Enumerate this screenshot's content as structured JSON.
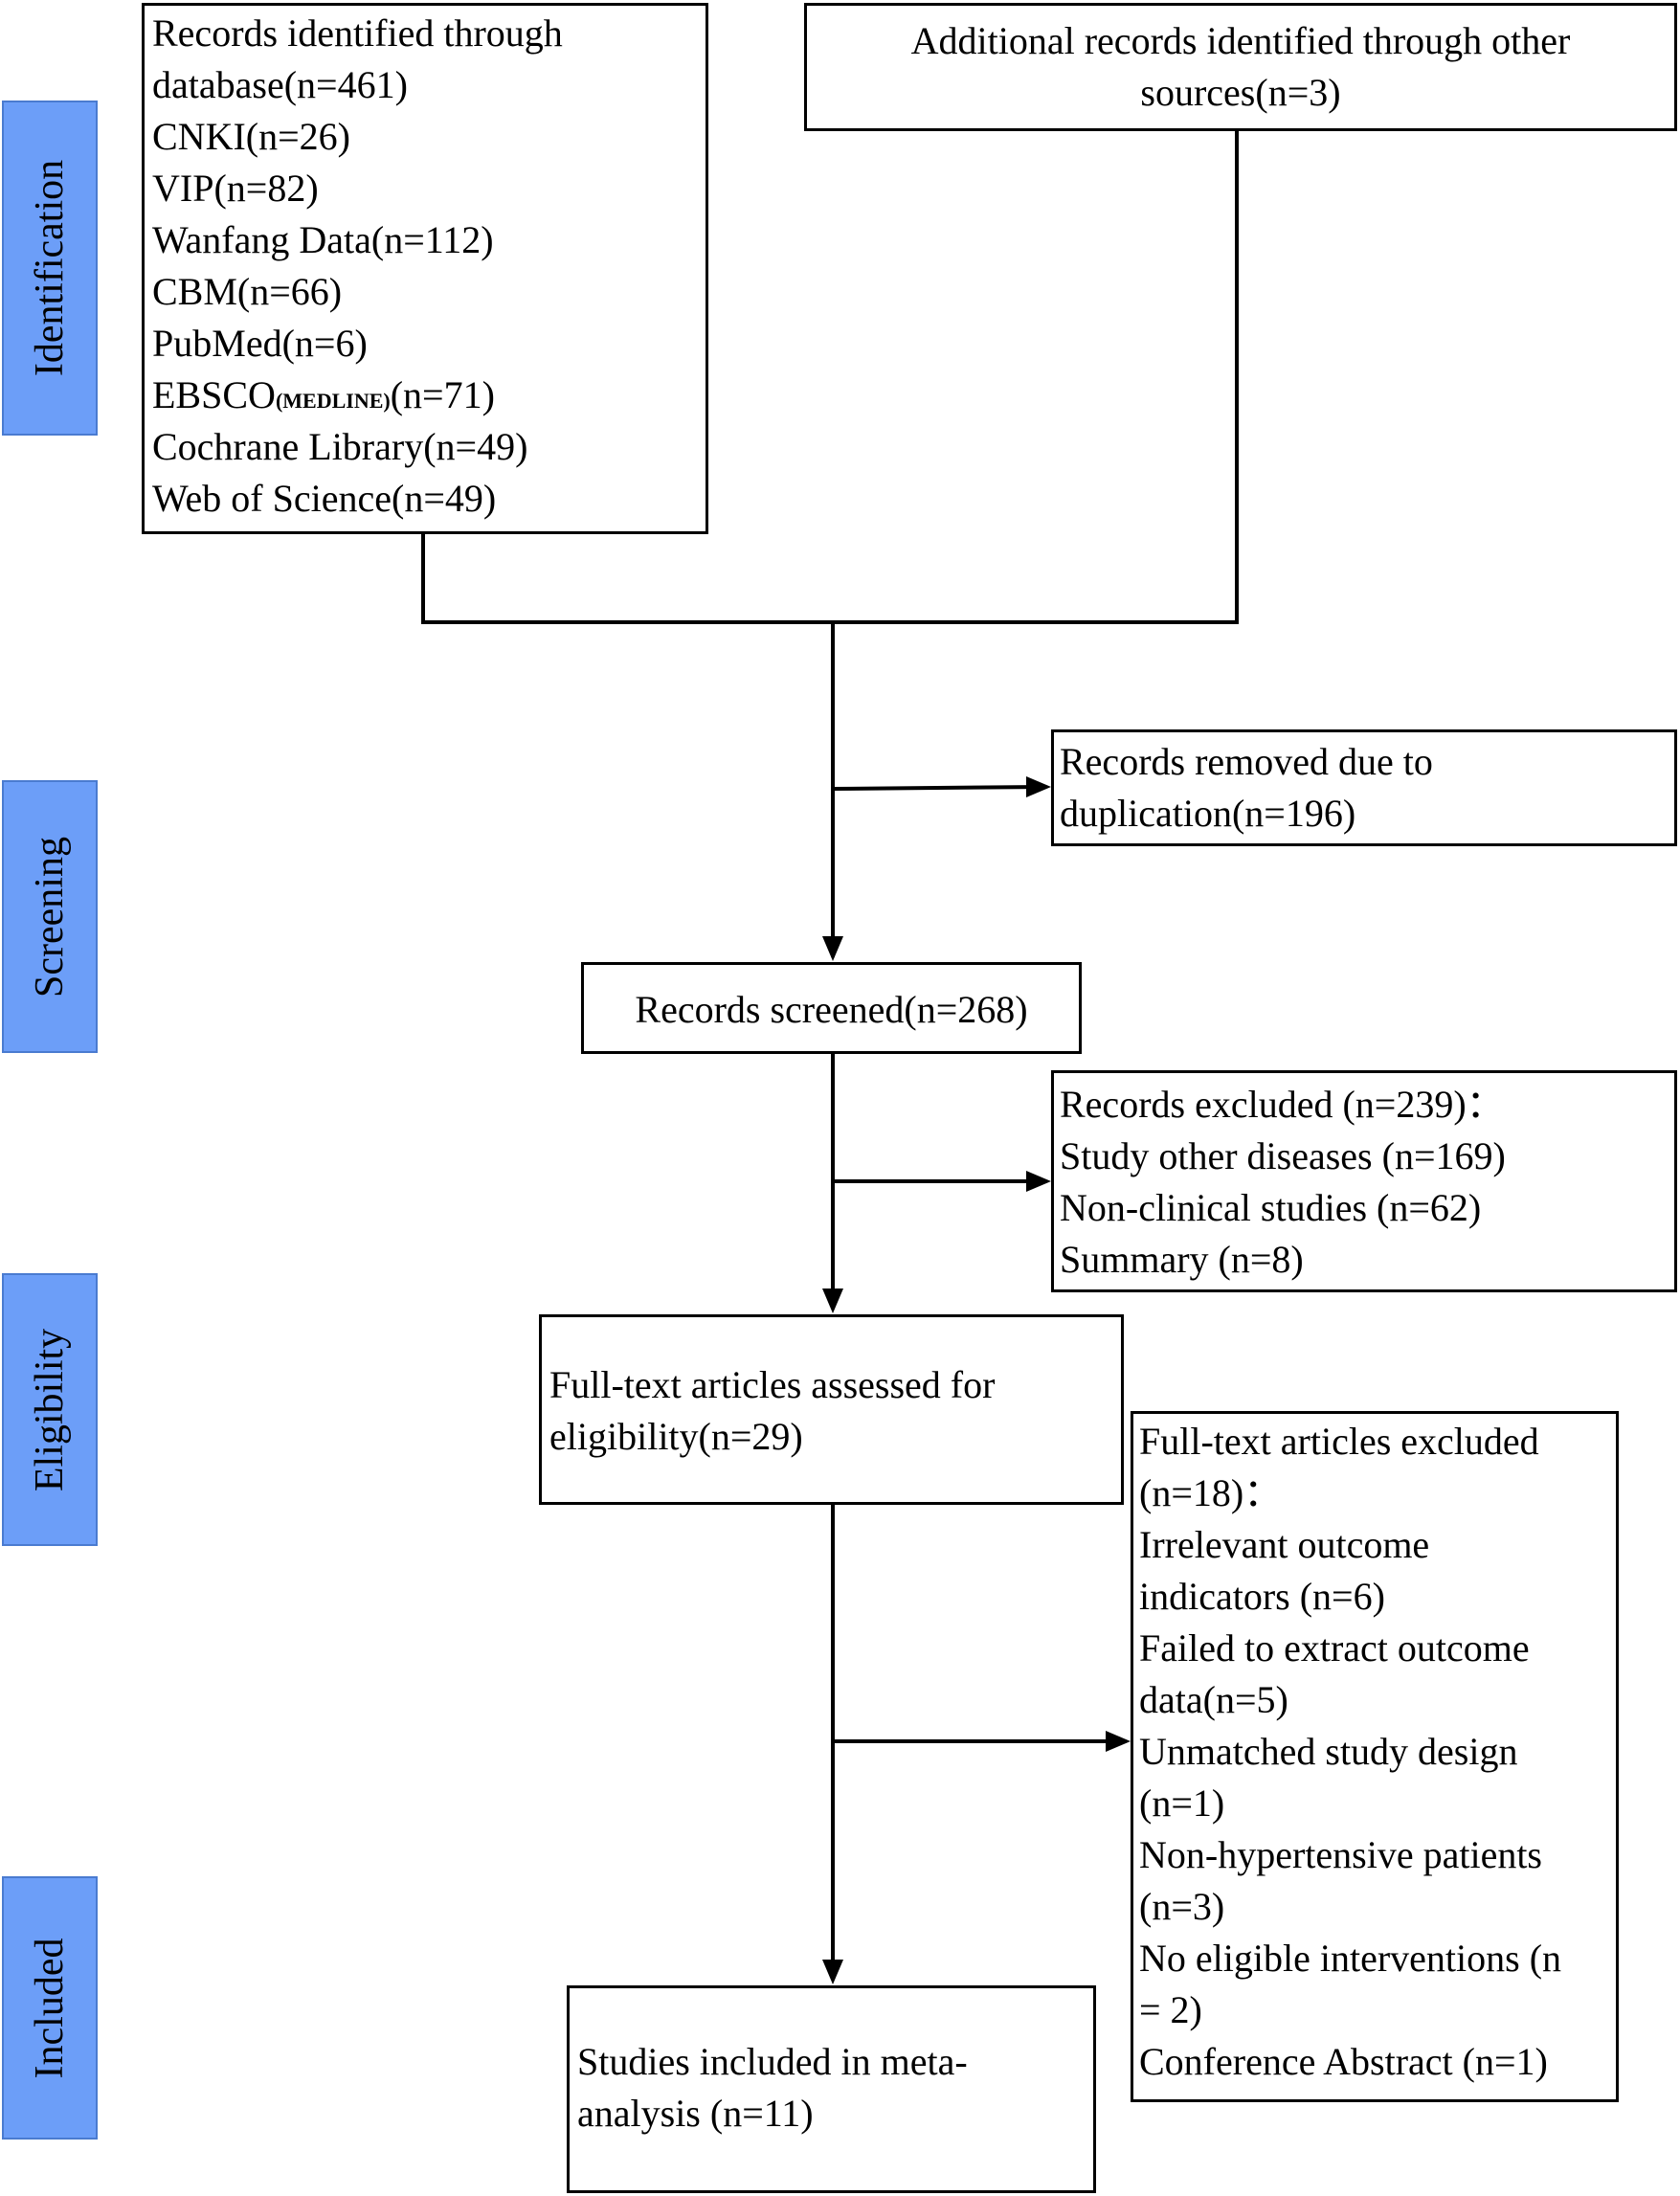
{
  "phases": {
    "identification": "Identification",
    "screening": "Screening",
    "eligibility": "Eligibility",
    "included": "Included"
  },
  "boxes": {
    "database": {
      "line1": "Records identified through",
      "line2": "database(n=461)",
      "cnki": "CNKI(n=26)",
      "vip": "VIP(n=82)",
      "wanfang": "Wanfang Data(n=112)",
      "cbm": "CBM(n=66)",
      "pubmed": "PubMed(n=6)",
      "ebsco_main": "EBSCO",
      "ebsco_sub": "(MEDLINE)",
      "ebsco_count": "(n=71)",
      "cochrane": "Cochrane Library(n=49)",
      "wos": "Web of Science(n=49)"
    },
    "other_sources": {
      "line1": "Additional records identified through other",
      "line2": "sources(n=3)"
    },
    "duplicates": {
      "line1": "Records removed due to",
      "line2": "duplication(n=196)"
    },
    "screened": {
      "line1": "Records screened(n=268)"
    },
    "excluded": {
      "line1": "Records excluded (n=239)：",
      "line2": "Study other diseases (n=169)",
      "line3": "Non-clinical studies (n=62)",
      "line4": "Summary (n=8)"
    },
    "fulltext": {
      "line1": "Full-text articles assessed for",
      "line2": "eligibility(n=29)"
    },
    "fulltext_excluded": {
      "line1": "Full-text articles excluded",
      "line2": "(n=18)：",
      "line3": "Irrelevant outcome",
      "line4": "indicators (n=6)",
      "line5": "Failed to extract outcome",
      "line6": "data(n=5)",
      "line7": "Unmatched study design",
      "line8": "(n=1)",
      "line9": "Non-hypertensive patients",
      "line10": "(n=3)",
      "line11": "No eligible interventions (n",
      "line12": "= 2)",
      "line13": "Conference Abstract (n=1)"
    },
    "included": {
      "line1": "Studies included in meta-",
      "line2": "analysis (n=11)"
    }
  }
}
